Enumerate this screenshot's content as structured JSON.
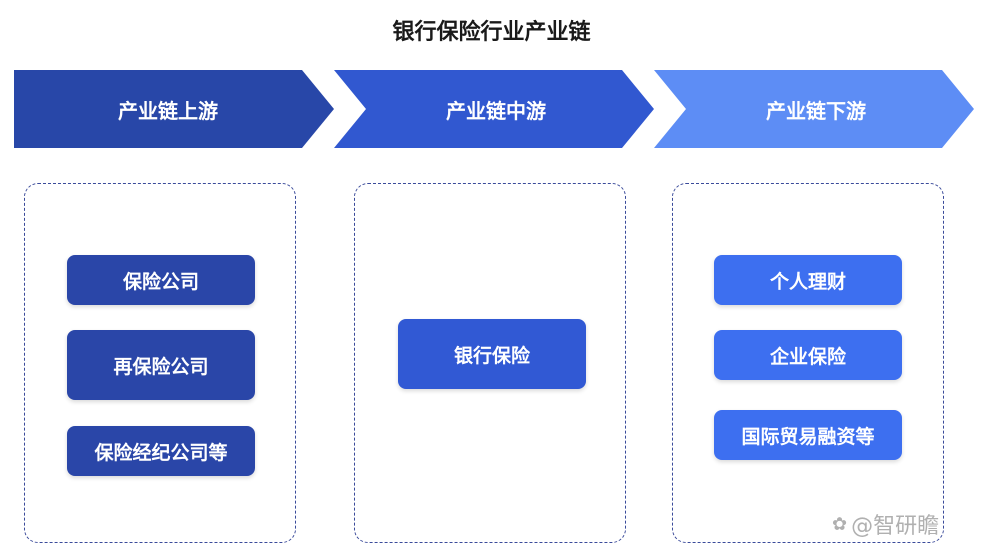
{
  "title": "银行保险行业产业链",
  "colors": {
    "upstream": "#2847a8",
    "midstream": "#3158d0",
    "downstream": "#5d8df5",
    "upstream_chip": "#2a46a8",
    "midstream_chip": "#3159d4",
    "downstream_chip": "#3d6ff0"
  },
  "stages": [
    {
      "label": "产业链上游",
      "items": [
        "保险公司",
        "再保险公司",
        "保险经纪公司等"
      ]
    },
    {
      "label": "产业链中游",
      "items": [
        "银行保险"
      ]
    },
    {
      "label": "产业链下游",
      "items": [
        "个人理财",
        "企业保险",
        "国际贸易融资等"
      ]
    }
  ],
  "watermark": {
    "text": "@智研瞻",
    "icon": "weibo-icon"
  }
}
